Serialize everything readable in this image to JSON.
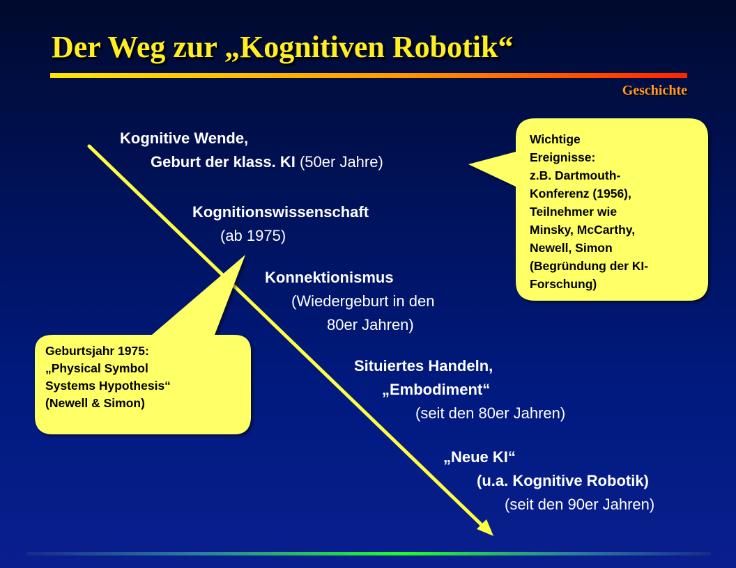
{
  "slide": {
    "title": "Der Weg zur „Kognitiven Robotik“",
    "section": "Geschichte"
  },
  "milestones": [
    {
      "line1": "Kognitive Wende,",
      "line2_bold": "Geburt der klass. KI",
      "line2_plain": " (50er Jahre)"
    },
    {
      "line1": "Kognitionswissenschaft",
      "line2": "(ab 1975)"
    },
    {
      "line1": "Konnektionismus",
      "line2": "(Wiedergeburt in den",
      "line3": "80er Jahren)"
    },
    {
      "line1": "Situiertes Handeln,",
      "line2": "„Embodiment“",
      "line3": "(seit den 80er Jahren)"
    },
    {
      "line1": "„Neue KI“",
      "line2": "(u.a. Kognitive Robotik)",
      "line3": "(seit den 90er Jahren)"
    }
  ],
  "callouts": {
    "right": [
      "Wichtige",
      "Ereignisse:",
      "z.B. Dartmouth-",
      "Konferenz (1956),",
      "Teilnehmer wie",
      "Minsky, McCarthy,",
      "Newell, Simon",
      "(Begründung der KI-",
      "Forschung)"
    ],
    "left": [
      "Geburtsjahr 1975:",
      "„Physical Symbol",
      "Systems Hypothesis“",
      "(Newell & Simon)"
    ]
  },
  "colors": {
    "title": "#ffee22",
    "section": "#ff9a2e",
    "timeline_arrow": "#ffff44",
    "callout_fill": "#ffff66",
    "text": "#ffffff"
  }
}
